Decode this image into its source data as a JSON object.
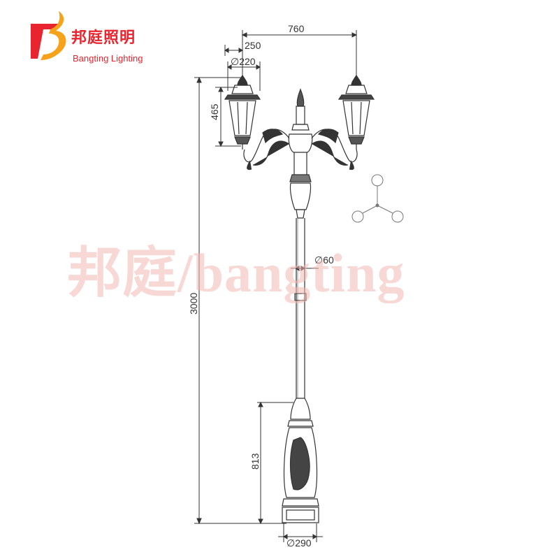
{
  "brand": {
    "name_cn": "邦庭照明",
    "name_en": "Bangting Lighting",
    "logo_colors": [
      "#e8242f",
      "#f7a21b"
    ]
  },
  "watermark": {
    "text": "邦庭/bangting"
  },
  "dimensions": {
    "arm_span": "760",
    "arm_offset": "250",
    "lantern_diameter": "∅220",
    "lantern_height": "465",
    "pole_diameter": "∅60",
    "total_height": "3000",
    "base_height": "813",
    "base_diameter": "∅290"
  },
  "line_color": "#333333"
}
